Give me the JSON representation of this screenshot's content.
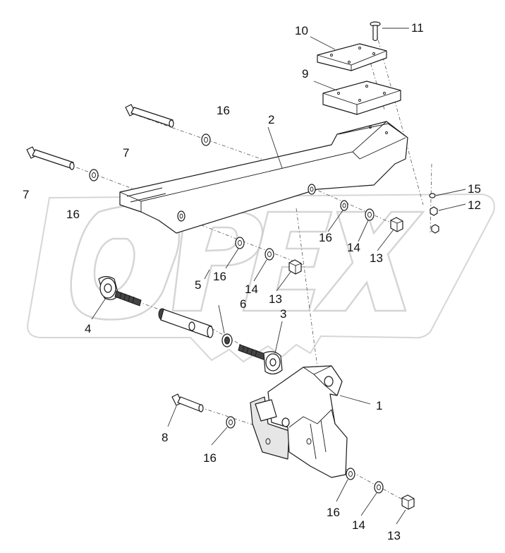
{
  "watermark": {
    "text": "OPEX"
  },
  "callouts": [
    {
      "id": "c10a",
      "label": "10"
    },
    {
      "id": "c11",
      "label": "11"
    },
    {
      "id": "c9",
      "label": "9"
    },
    {
      "id": "c16a",
      "label": "16"
    },
    {
      "id": "c2",
      "label": "2"
    },
    {
      "id": "c7a",
      "label": "7"
    },
    {
      "id": "c7b",
      "label": "7"
    },
    {
      "id": "c16b",
      "label": "16"
    },
    {
      "id": "c15",
      "label": "15"
    },
    {
      "id": "c12",
      "label": "12"
    },
    {
      "id": "c16c",
      "label": "16"
    },
    {
      "id": "c14a",
      "label": "14"
    },
    {
      "id": "c13a",
      "label": "13"
    },
    {
      "id": "c16d",
      "label": "16"
    },
    {
      "id": "c5",
      "label": "5"
    },
    {
      "id": "c14b",
      "label": "14"
    },
    {
      "id": "c13b",
      "label": "13"
    },
    {
      "id": "c6",
      "label": "6"
    },
    {
      "id": "c3",
      "label": "3"
    },
    {
      "id": "c4",
      "label": "4"
    },
    {
      "id": "c1",
      "label": "1"
    },
    {
      "id": "c8",
      "label": "8"
    },
    {
      "id": "c16e",
      "label": "16"
    },
    {
      "id": "c16f",
      "label": "16"
    },
    {
      "id": "c14c",
      "label": "14"
    },
    {
      "id": "c13c",
      "label": "13"
    }
  ]
}
